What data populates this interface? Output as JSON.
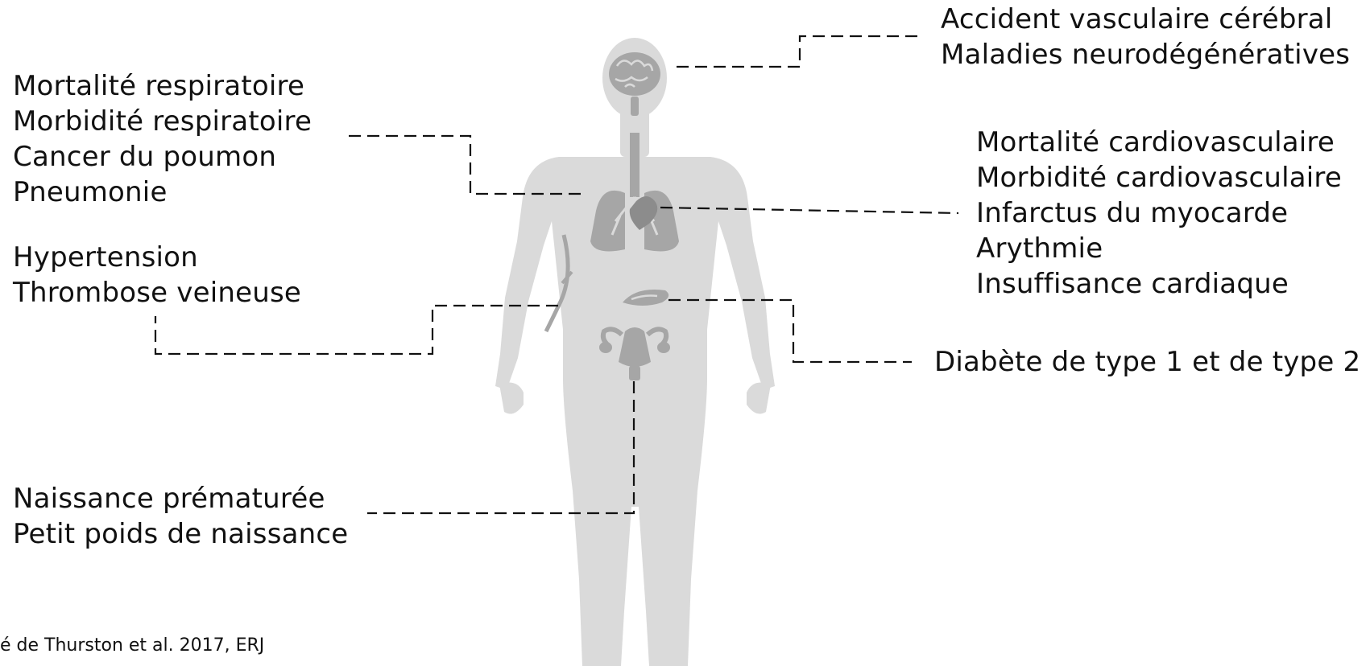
{
  "colors": {
    "silhouette": "#dadada",
    "organs": "#a6a6a6",
    "organ_dark": "#8c8c8c",
    "connector": "#111111"
  },
  "groups": {
    "brain": [
      "Accident vasculaire cérébral",
      "Maladies neurodégénératives"
    ],
    "lungs": [
      "Mortalité respiratoire",
      "Morbidité respiratoire",
      "Cancer du poumon",
      "Pneumonie"
    ],
    "vessels": [
      "Hypertension",
      "Thrombose veineuse"
    ],
    "heart": [
      "Mortalité cardiovasculaire",
      "Morbidité cardiovasculaire",
      "Infarctus du myocarde",
      "Arythmie",
      "Insuffisance cardiaque"
    ],
    "pancreas": [
      "Diabète de type 1 et de type 2"
    ],
    "reproductive": [
      "Naissance prématurée",
      "Petit poids de naissance"
    ]
  },
  "caption": "é de Thurston et al. 2017, ERJ",
  "icons": [
    "brain-icon",
    "lungs-icon",
    "heart-icon",
    "pancreas-icon",
    "uterus-icon",
    "blood-vessel-icon"
  ]
}
